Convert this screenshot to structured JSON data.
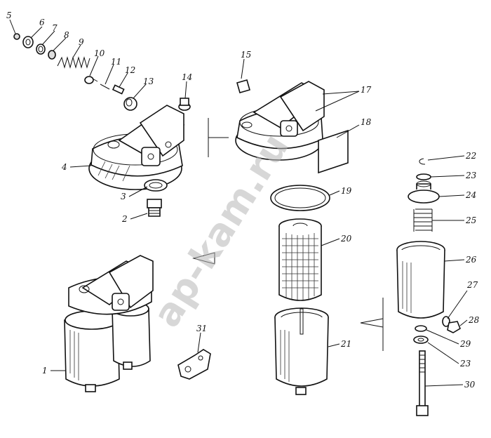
{
  "diagram": {
    "labels": {
      "l1": "1",
      "l2": "2",
      "l3": "3",
      "l4": "4",
      "l5": "5",
      "l6": "6",
      "l7": "7",
      "l8": "8",
      "l9": "9",
      "l10": "10",
      "l11": "11",
      "l12": "12",
      "l13": "13",
      "l14": "14",
      "l15": "15",
      "l17": "17",
      "l18": "18",
      "l19": "19",
      "l20": "20",
      "l21": "21",
      "l22": "22",
      "l23a": "23",
      "l24": "24",
      "l25": "25",
      "l26": "26",
      "l27": "27",
      "l28": "28",
      "l29": "29",
      "l23b": "23",
      "l30": "30",
      "l31": "31"
    },
    "watermark": "ap-kam.ru"
  }
}
